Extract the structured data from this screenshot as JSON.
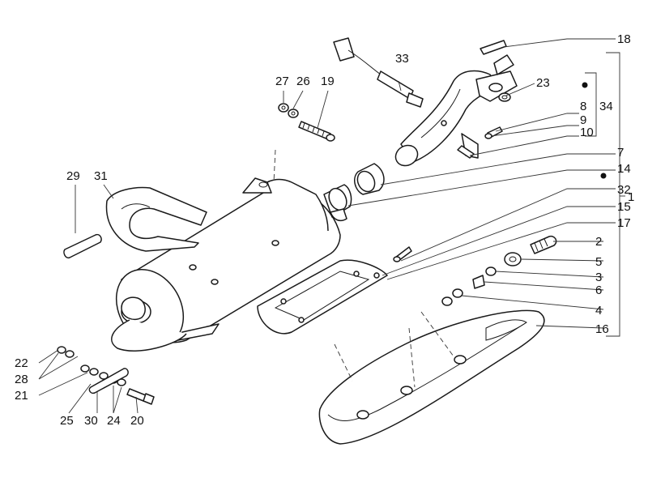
{
  "diagram": {
    "labels": {
      "l1": "1",
      "l2": "2",
      "l3": "3",
      "l4": "4",
      "l5": "5",
      "l6": "6",
      "l7": "7",
      "l8": "8",
      "l9": "9",
      "l10": "10",
      "l14": "14",
      "l15": "15",
      "l16": "16",
      "l17": "17",
      "l18": "18",
      "l19": "19",
      "l20": "20",
      "l21": "21",
      "l22": "22",
      "l23": "23",
      "l24": "24",
      "l25": "25",
      "l26": "26",
      "l27": "27",
      "l28": "28",
      "l29": "29",
      "l30": "30",
      "l31": "31",
      "l32": "32",
      "l33": "33",
      "l34": "34"
    }
  }
}
